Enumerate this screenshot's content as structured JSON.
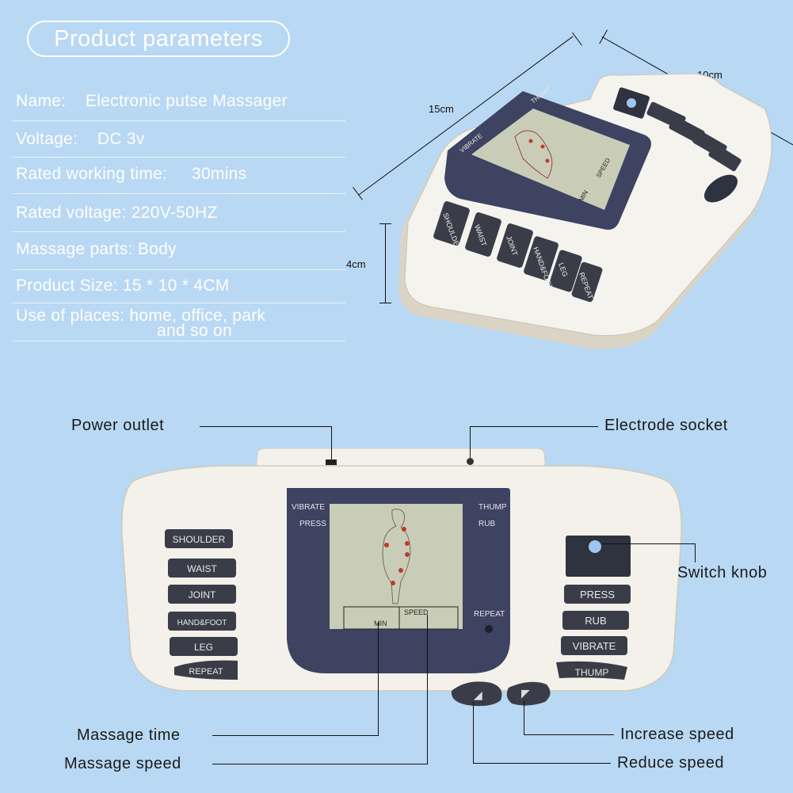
{
  "title": "Product parameters",
  "params": [
    {
      "label": "Name:",
      "value": "Electronic putse Massager"
    },
    {
      "label": "Voltage:",
      "value": "DC 3v"
    },
    {
      "label": "Rated working time:",
      "value": "30mins"
    },
    {
      "label": "Rated voltage:",
      "value": "220V-50HZ"
    },
    {
      "label": "Massage parts:",
      "value": "Body"
    },
    {
      "label": "Product Size:",
      "value": "15 * 10 * 4CM"
    },
    {
      "label": "Use of places:",
      "value": "home, office, park",
      "value2": "and so on"
    }
  ],
  "dimensions": {
    "length": "15cm",
    "width": "10cm",
    "height": "4cm"
  },
  "callouts": {
    "power_outlet": "Power outlet",
    "electrode_socket": "Electrode socket",
    "switch_knob": "Switch knob",
    "massage_time": "Massage time",
    "massage_speed": "Massage speed",
    "increase_speed": "Increase speed",
    "reduce_speed": "Reduce speed"
  },
  "device": {
    "left_buttons": [
      "SHOULDER",
      "WAIST",
      "JOINT",
      "HAND&FOOT",
      "LEG",
      "REPEAT"
    ],
    "right_buttons": [
      "PRESS",
      "RUB",
      "VIBRATE",
      "THUMP"
    ],
    "screen": {
      "vibrate": "VIBRATE",
      "press": "PRESS",
      "thump": "THUMP",
      "rub": "RUB",
      "repeat": "REPEAT",
      "min": "MIN",
      "speed": "SPEED"
    }
  },
  "colors": {
    "background": "#b9d8f3",
    "device_body": "#f3f1ea",
    "screen_frame": "#3d4360",
    "lcd": "#c9cdb8",
    "button": "#3a3d47",
    "body_dots": "#c0392b"
  }
}
